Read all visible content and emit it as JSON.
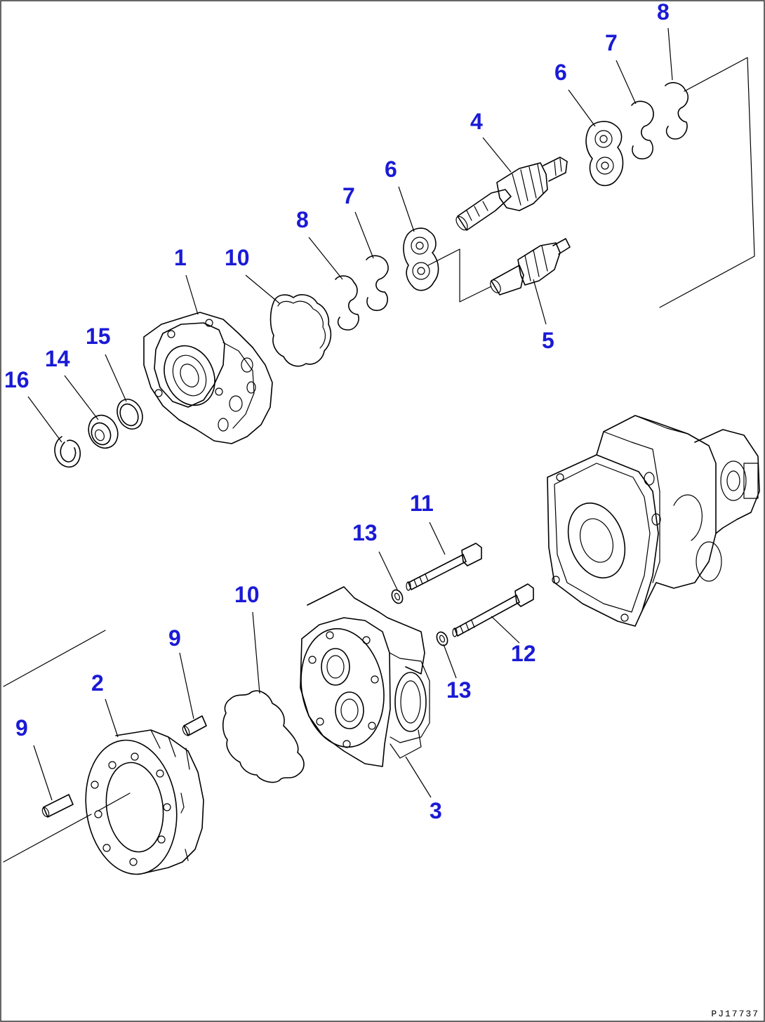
{
  "drawing_code": "PJ17737",
  "callouts": [
    {
      "id": "c16",
      "label": "16"
    },
    {
      "id": "c14",
      "label": "14"
    },
    {
      "id": "c15",
      "label": "15"
    },
    {
      "id": "c1",
      "label": "1"
    },
    {
      "id": "c10a",
      "label": "10"
    },
    {
      "id": "c8a",
      "label": "8"
    },
    {
      "id": "c7a",
      "label": "7"
    },
    {
      "id": "c6a",
      "label": "6"
    },
    {
      "id": "c4",
      "label": "4"
    },
    {
      "id": "c5",
      "label": "5"
    },
    {
      "id": "c6b",
      "label": "6"
    },
    {
      "id": "c7b",
      "label": "7"
    },
    {
      "id": "c8b",
      "label": "8"
    },
    {
      "id": "c11",
      "label": "11"
    },
    {
      "id": "c13a",
      "label": "13"
    },
    {
      "id": "c10b",
      "label": "10"
    },
    {
      "id": "c9a",
      "label": "9"
    },
    {
      "id": "c2",
      "label": "2"
    },
    {
      "id": "c9b",
      "label": "9"
    },
    {
      "id": "c12",
      "label": "12"
    },
    {
      "id": "c13b",
      "label": "13"
    },
    {
      "id": "c3",
      "label": "3"
    }
  ]
}
